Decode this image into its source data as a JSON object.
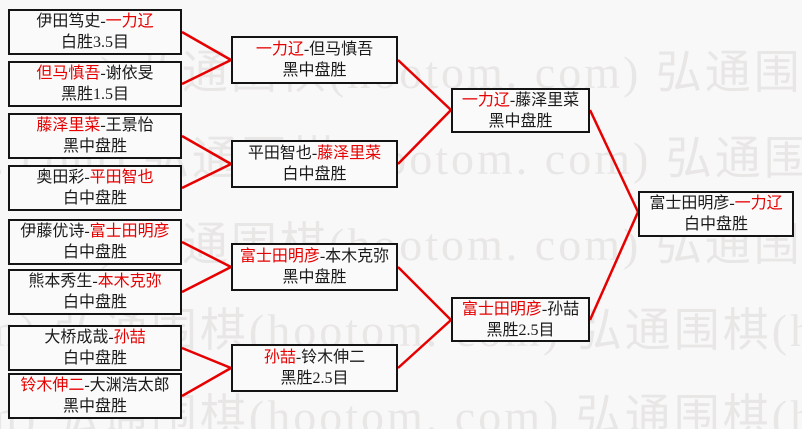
{
  "watermark": {
    "unit": "弘通围棋(hootom. com)",
    "line": "弘通围棋(hootom. com) 弘通围棋(hootom. com) 弘通围棋(hootom. com)",
    "color": "#e9e6e6"
  },
  "colors": {
    "winner_and_lines_red": "#e60000",
    "box_border": "#141414",
    "background": "#f9f8f8"
  },
  "rounds": {
    "r1": [
      {
        "pre": "伊田笃史-",
        "win": "一力辽",
        "post": "",
        "result": "白胜3.5目"
      },
      {
        "pre": "",
        "win": "但马慎吾",
        "post": "-谢依旻",
        "result": "黑胜1.5目"
      },
      {
        "pre": "",
        "win": "藤泽里菜",
        "post": "-王景怡",
        "result": "黑中盘胜"
      },
      {
        "pre": "奥田彩-",
        "win": "平田智也",
        "post": "",
        "result": "白中盘胜"
      },
      {
        "pre": "伊藤优诗-",
        "win": "富士田明彦",
        "post": "",
        "result": "白中盘胜"
      },
      {
        "pre": "熊本秀生-",
        "win": "本木克弥",
        "post": "",
        "result": "白中盘胜"
      },
      {
        "pre": "大桥成哉-",
        "win": "孙喆",
        "post": "",
        "result": "白中盘胜"
      },
      {
        "pre": "",
        "win": "铃木伸二",
        "post": "-大渊浩太郎",
        "result": "黑中盘胜"
      }
    ],
    "r2": [
      {
        "pre": "",
        "win": "一力辽",
        "post": "-但马慎吾",
        "result": "黑中盘胜"
      },
      {
        "pre": "平田智也-",
        "win": "藤泽里菜",
        "post": "",
        "result": "白中盘胜"
      },
      {
        "pre": "",
        "win": "富士田明彦",
        "post": "-本木克弥",
        "result": "黑中盘胜"
      },
      {
        "pre": "",
        "win": "孙喆",
        "post": "-铃木伸二",
        "result": "黑胜2.5目"
      }
    ],
    "sf": [
      {
        "pre": "",
        "win": "一力辽",
        "post": "-藤泽里菜",
        "result": "黑中盘胜"
      },
      {
        "pre": "",
        "win": "富士田明彦",
        "post": "-孙喆",
        "result": "黑胜2.5目"
      }
    ],
    "final": [
      {
        "pre": "富士田明彦-",
        "win": "一力辽",
        "post": "",
        "result": "白中盘胜"
      }
    ]
  }
}
